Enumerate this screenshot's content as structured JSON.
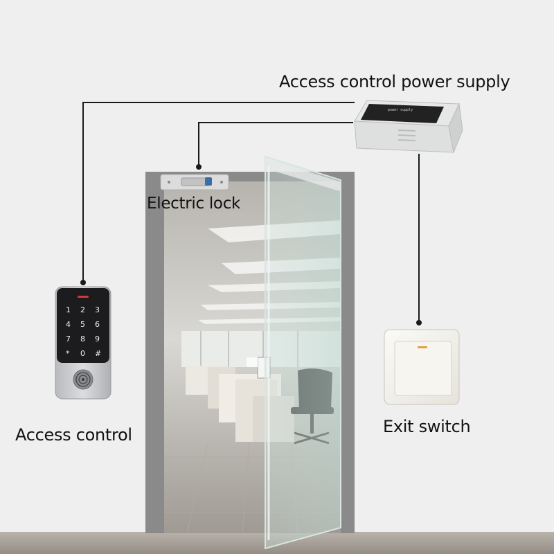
{
  "labels": {
    "power_supply": "Access control power supply",
    "electric_lock": "Electric lock",
    "access_control": "Access control",
    "exit_switch": "Exit switch"
  },
  "keypad": {
    "keys": [
      "1",
      "2",
      "3",
      "4",
      "5",
      "6",
      "7",
      "8",
      "9",
      "*",
      "0",
      "#"
    ]
  },
  "colors": {
    "background": "#efefef",
    "wire": "#1a1a1a",
    "door_frame": "#8a8a8a",
    "keypad_panel": "#1c1c1e",
    "keypad_body": "#c8c9cb",
    "power_supply_label": "#222222",
    "floor": "#a59f98"
  },
  "icons": {
    "fingerprint": "fingerprint-icon",
    "status_led": "led-indicator-icon"
  }
}
